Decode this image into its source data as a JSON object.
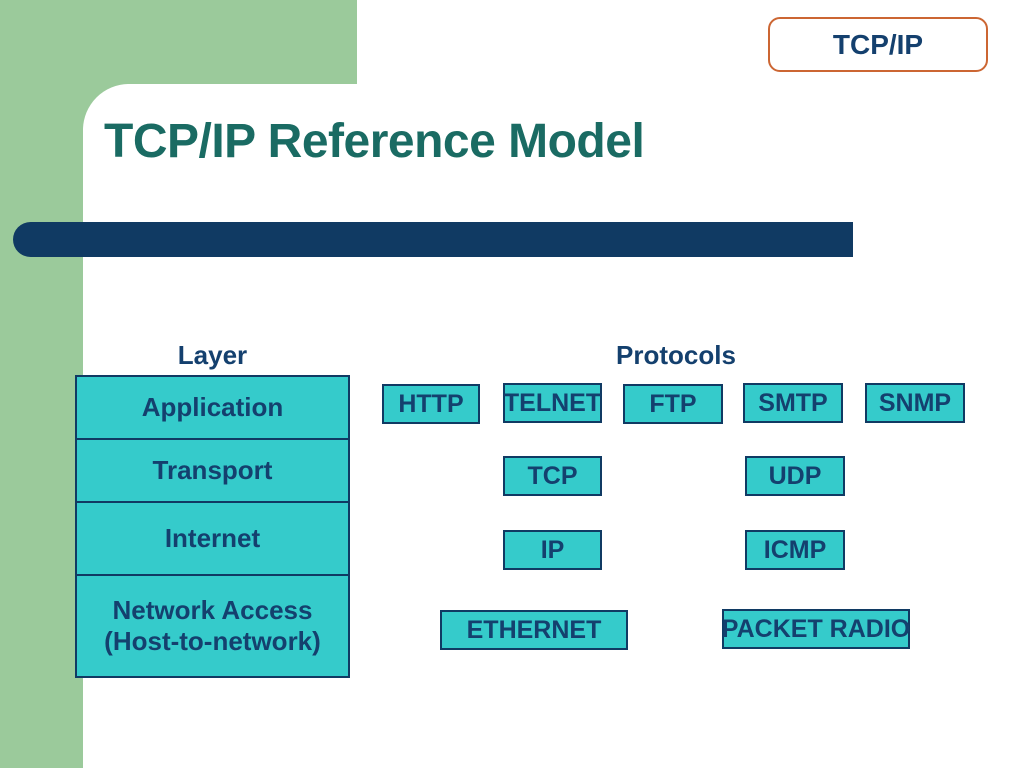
{
  "badge": {
    "label": "TCP/IP"
  },
  "title": "TCP/IP Reference Model",
  "columns": {
    "layer": "Layer",
    "protocols": "Protocols"
  },
  "layers": [
    {
      "label": "Application"
    },
    {
      "label": "Transport"
    },
    {
      "label": "Internet"
    },
    {
      "label": "Network Access",
      "sublabel": "(Host-to-network)"
    }
  ],
  "protocols": {
    "http": "HTTP",
    "telnet": "TELNET",
    "ftp": "FTP",
    "smtp": "SMTP",
    "snmp": "SNMP",
    "tcp": "TCP",
    "udp": "UDP",
    "ip": "IP",
    "icmp": "ICMP",
    "ethernet": "ETHERNET",
    "packet_radio": "PACKET RADIO"
  },
  "colors": {
    "accent_green": "#9BCA9B",
    "navy": "#103A63",
    "turquoise": "#35CBCB",
    "title_teal": "#1A6B63",
    "badge_border_orange": "#CC6633",
    "text_navy": "#14406E"
  }
}
